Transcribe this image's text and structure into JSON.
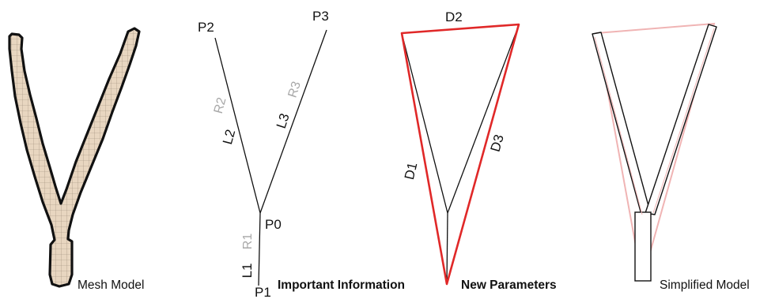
{
  "panels": {
    "mesh": {
      "caption": "Mesh Model"
    },
    "info": {
      "caption": "Important Information",
      "points": {
        "p0": "P0",
        "p1": "P1",
        "p2": "P2",
        "p3": "P3"
      },
      "lengths": {
        "l1": "L1",
        "l2": "L2",
        "l3": "L3"
      },
      "radii": {
        "r1": "R1",
        "r2": "R2",
        "r3": "R3"
      }
    },
    "params": {
      "caption": "New Parameters",
      "distances": {
        "d1": "D1",
        "d2": "D2",
        "d3": "D3"
      }
    },
    "simplified": {
      "caption": "Simplified Model"
    }
  },
  "colors": {
    "mesh_fill": "#e8d6c0",
    "outline": "#111111",
    "highlight": "#e02828",
    "faded_highlight": "#f0b4b4",
    "radius_label": "#a8a8a8"
  }
}
